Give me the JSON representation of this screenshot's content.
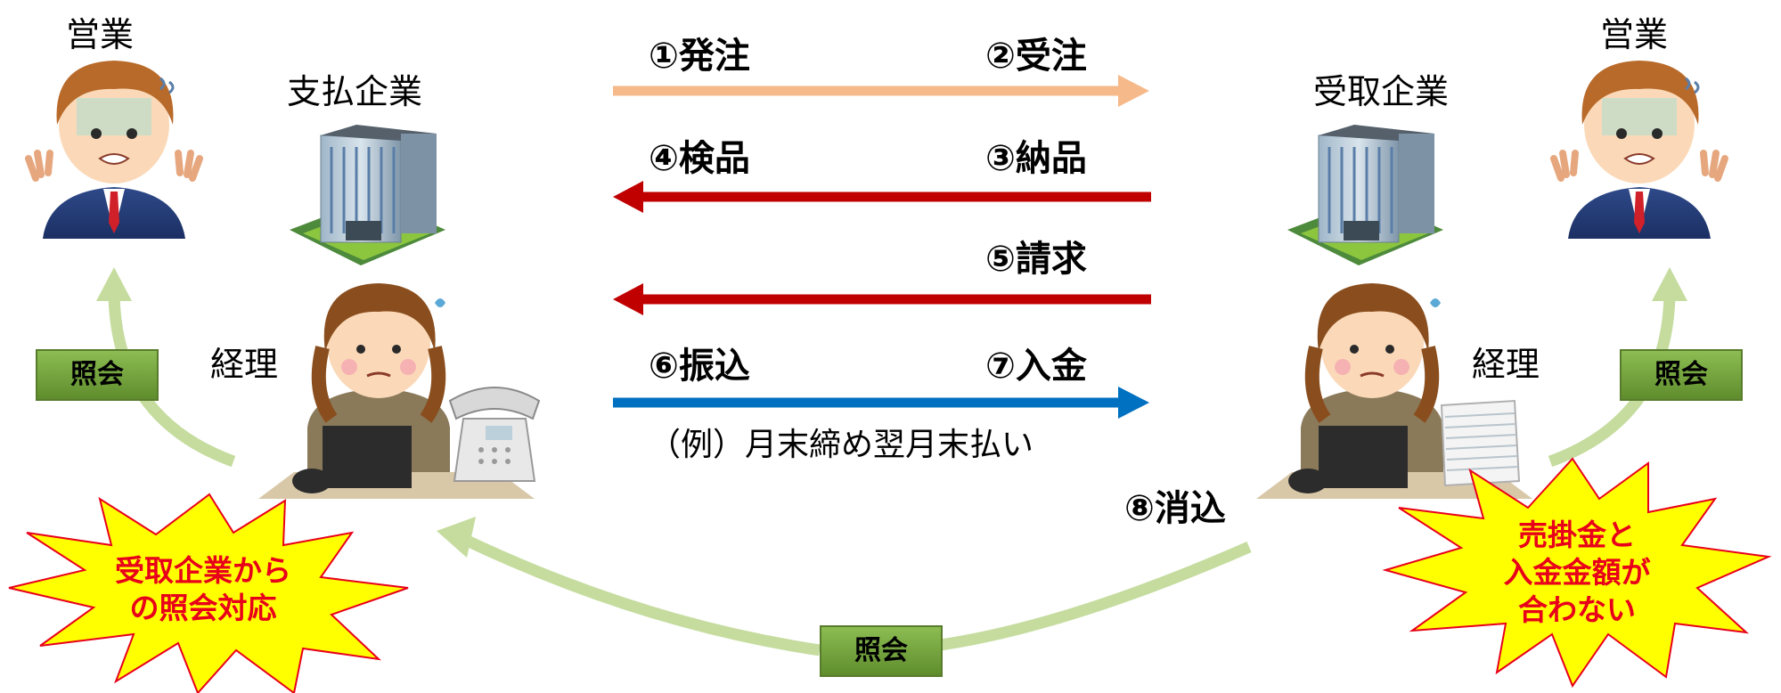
{
  "labels": {
    "sales_left": "営業",
    "sales_right": "営業",
    "payer": "支払企業",
    "receiver": "受取企業",
    "accounting_left": "経理",
    "accounting_right": "経理"
  },
  "steps": {
    "s1": "①発注",
    "s2": "②受注",
    "s3": "③納品",
    "s4": "④検品",
    "s5": "⑤請求",
    "s6": "⑥振込",
    "s7": "⑦入金",
    "s8": "⑧消込"
  },
  "note": "（例）月末締め翌月末払い",
  "inquiry": {
    "left": "照会",
    "right": "照会",
    "bottom": "照会"
  },
  "bursts": {
    "left_line1": "受取企業から",
    "left_line2": "の照会対応",
    "right_line1": "売掛金と",
    "right_line2": "入金金額が",
    "right_line3": "合わない"
  },
  "colors": {
    "order_arrow": "#f6b98a",
    "delivery_arrow": "#c00000",
    "invoice_arrow": "#c00000",
    "payment_arrow": "#0070c0",
    "inquiry_arrow": "#c5dc9e",
    "burst_fill": "#ffff00",
    "burst_text": "#e8001a"
  }
}
